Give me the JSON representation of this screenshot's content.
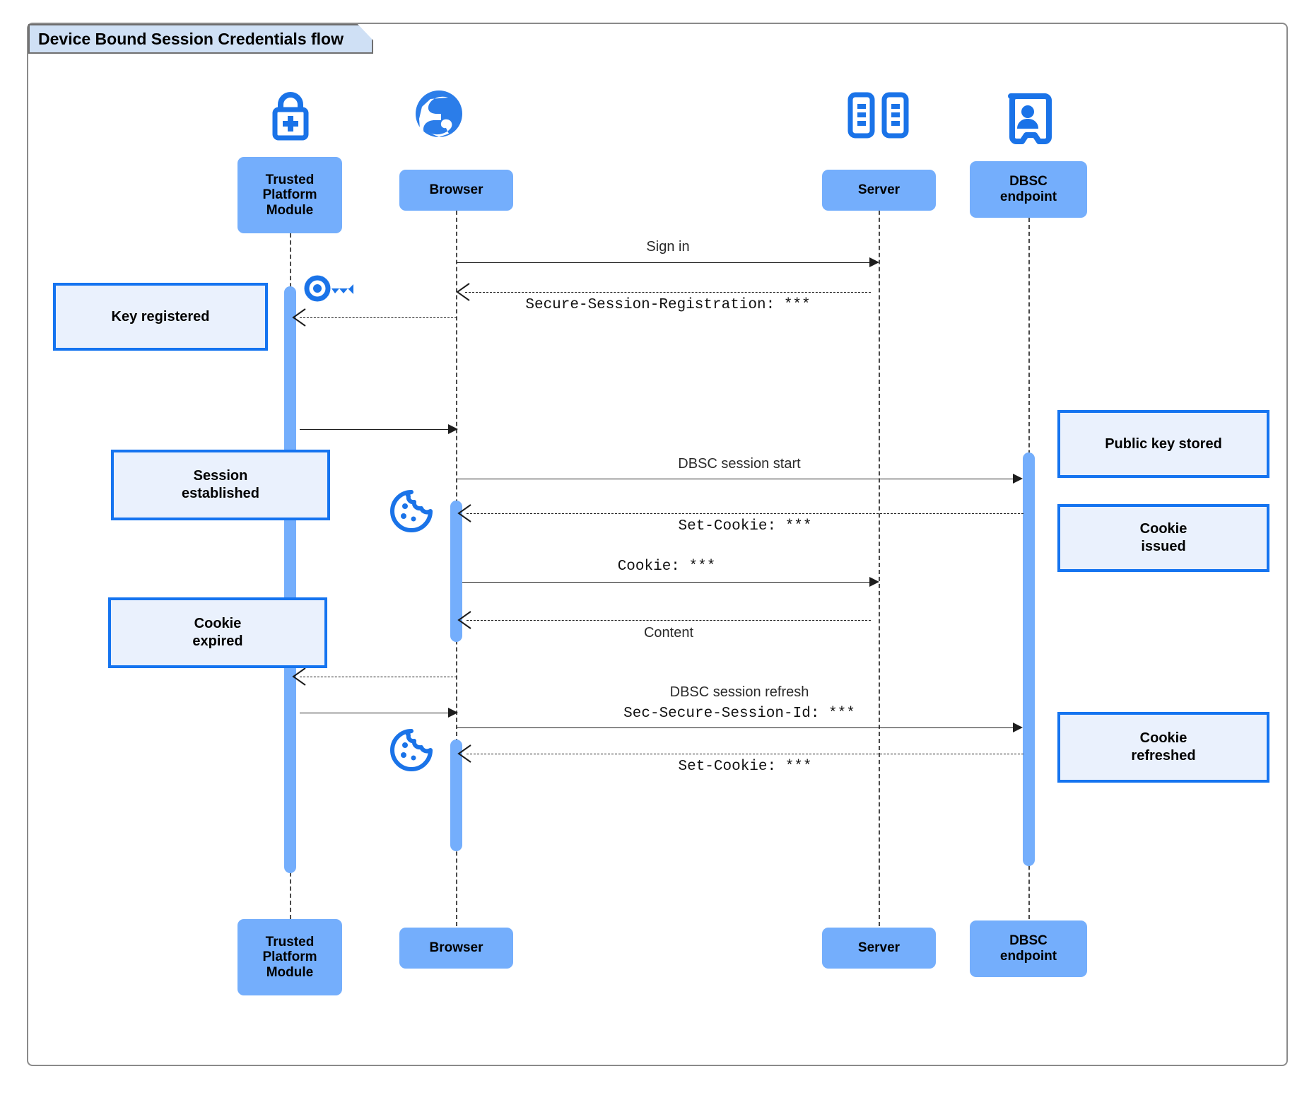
{
  "diagram": {
    "title": "Device Bound Session Credentials flow",
    "type": "sequence",
    "colors": {
      "actor_fill": "#74aefc",
      "note_fill": "#eaf1fd",
      "note_border": "#1574f0",
      "icon_blue": "#1a73e8",
      "frame_border": "#8a8a8a",
      "title_fill": "#cfe0f5"
    }
  },
  "participants": [
    {
      "id": "tpm",
      "label": "Trusted\nPlatform\nModule",
      "label_line1": "Trusted",
      "label_line2": "Platform",
      "label_line3": "Module",
      "icon": "lock-plus-icon"
    },
    {
      "id": "browser",
      "label": "Browser",
      "icon": "globe-icon"
    },
    {
      "id": "server",
      "label": "Server",
      "icon": "server-rack-icon"
    },
    {
      "id": "dbsc",
      "label": "DBSC\nendpoint",
      "label_line1": "DBSC",
      "label_line2": "endpoint",
      "icon": "id-badge-icon"
    }
  ],
  "messages": [
    {
      "id": "m1",
      "label": "Sign in",
      "from": "browser",
      "to": "server",
      "style": "solid",
      "font": "sans"
    },
    {
      "id": "m2",
      "label": "Secure-Session-Registration: ***",
      "from": "server",
      "to": "browser",
      "style": "dashed",
      "font": "mono"
    },
    {
      "id": "m3",
      "label": "",
      "from": "tpm",
      "to": "browser",
      "style": "solid",
      "font": "sans"
    },
    {
      "id": "m4",
      "label": "DBSC session start",
      "from": "browser",
      "to": "dbsc",
      "style": "solid",
      "font": "sans"
    },
    {
      "id": "m5",
      "label": "Set-Cookie: ***",
      "from": "dbsc",
      "to": "browser",
      "style": "dashed",
      "font": "mono"
    },
    {
      "id": "m6",
      "label": "Cookie: ***",
      "from": "browser",
      "to": "server",
      "style": "solid",
      "font": "mono"
    },
    {
      "id": "m7",
      "label": "Content",
      "from": "server",
      "to": "browser",
      "style": "dashed",
      "font": "sans"
    },
    {
      "id": "m8",
      "label": "",
      "from": "browser",
      "to": "tpm",
      "style": "dashed",
      "font": "sans"
    },
    {
      "id": "m9",
      "label": "DBSC session refresh",
      "from": "tpm",
      "to": "dbsc",
      "style": "solid",
      "font": "sans"
    },
    {
      "id": "m10",
      "label": "Sec-Secure-Session-Id: ***",
      "from": "browser",
      "to": "dbsc",
      "style": "solid",
      "font": "mono"
    },
    {
      "id": "m11",
      "label": "Set-Cookie: ***",
      "from": "dbsc",
      "to": "browser",
      "style": "dashed",
      "font": "mono"
    }
  ],
  "notes": [
    {
      "id": "n1",
      "text": "Key registered",
      "side": "left",
      "line1": "Key registered"
    },
    {
      "id": "n2",
      "text": "Session established",
      "side": "left",
      "line1": "Session",
      "line2": "established"
    },
    {
      "id": "n3",
      "text": "Cookie expired",
      "side": "left",
      "line1": "Cookie",
      "line2": "expired"
    },
    {
      "id": "n4",
      "text": "Public key stored",
      "side": "right",
      "line1": "Public key stored"
    },
    {
      "id": "n5",
      "text": "Cookie issued",
      "side": "right",
      "line1": "Cookie",
      "line2": "issued"
    },
    {
      "id": "n6",
      "text": "Cookie refreshed",
      "side": "right",
      "line1": "Cookie",
      "line2": "refreshed"
    }
  ],
  "inline_icons": [
    {
      "id": "key1",
      "name": "key-icon",
      "near": "tpm"
    },
    {
      "id": "cookie1",
      "name": "cookie-icon",
      "near": "browser"
    },
    {
      "id": "cookie2",
      "name": "cookie-icon",
      "near": "browser"
    }
  ]
}
